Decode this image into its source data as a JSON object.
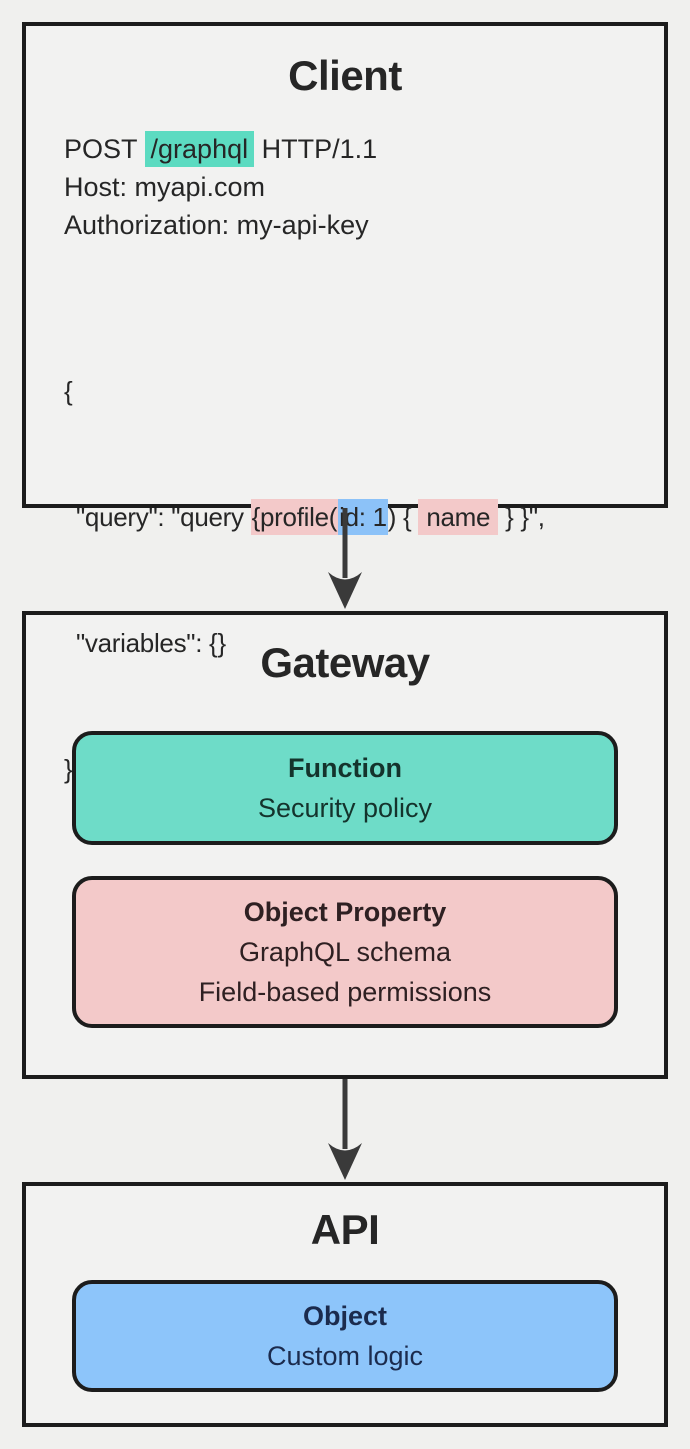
{
  "client": {
    "title": "Client",
    "request": {
      "method_prefix": "POST ",
      "path": "/graphql",
      "http_suffix": " HTTP/1.1",
      "host": "Host: myapi.com",
      "authorization": "Authorization: my-api-key"
    },
    "body": {
      "open_brace": "{",
      "query_segments": [
        {
          "text": "\"query\": \"query ",
          "highlight": "none"
        },
        {
          "text": "{profile(",
          "highlight": "pink"
        },
        {
          "text": "id: 1",
          "highlight": "blue"
        },
        {
          "text": ") { ",
          "highlight": "none"
        },
        {
          "text": "name",
          "highlight": "pink"
        },
        {
          "text": " } }\",",
          "highlight": "none"
        }
      ],
      "variables_line": "\"variables\": {}",
      "close_brace": "}"
    }
  },
  "gateway": {
    "title": "Gateway",
    "cards": [
      {
        "title": "Function",
        "lines": [
          "Security policy"
        ],
        "color": "teal"
      },
      {
        "title": "Object Property",
        "lines": [
          "GraphQL schema",
          "Field-based permissions"
        ],
        "color": "pink"
      }
    ]
  },
  "api": {
    "title": "API",
    "cards": [
      {
        "title": "Object",
        "lines": [
          "Custom logic"
        ],
        "color": "blue"
      }
    ]
  },
  "icons": {
    "arrow_client_to_gateway": "arrow-down",
    "arrow_gateway_to_api": "arrow-down"
  },
  "colors": {
    "background": "#f0f0ee",
    "panel_fill": "#f2f2f1",
    "border": "#1c1c1c",
    "arrow": "#3a3a3a",
    "text": "#262626",
    "teal_highlight": "#5cdbc1",
    "blue_highlight": "#8cc2f8",
    "pink_highlight": "#f3c9c9",
    "teal_card": "#6edcc8",
    "pink_card": "#f3c9c9",
    "blue_card": "#8dc5fa"
  }
}
